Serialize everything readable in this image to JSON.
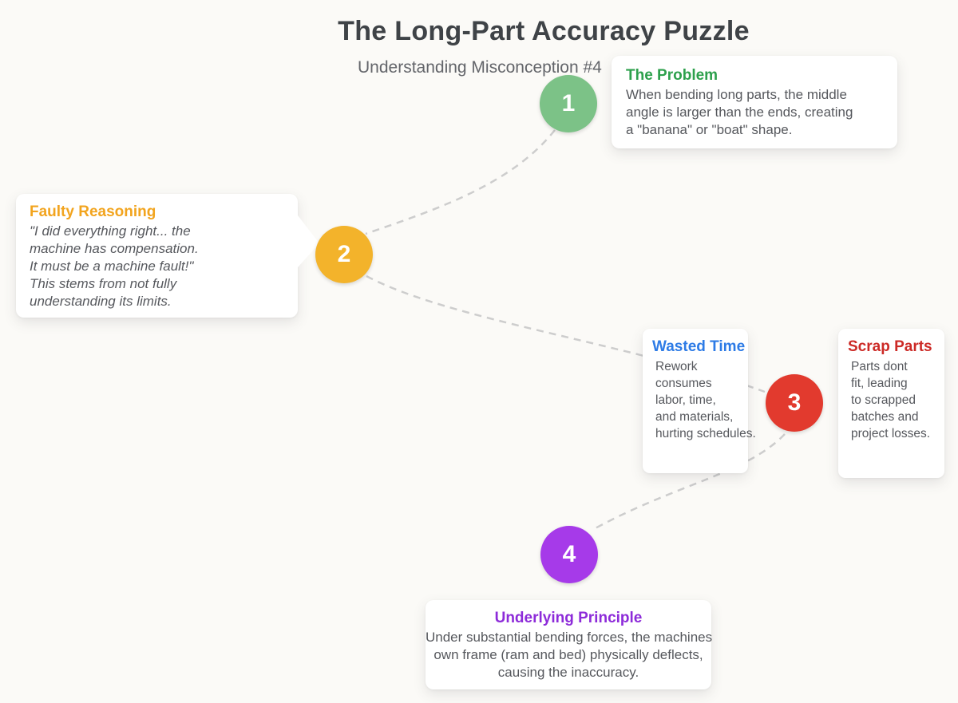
{
  "header": {
    "title": "The Long-Part Accuracy Puzzle",
    "subtitle": "Understanding Misconception #4"
  },
  "colors": {
    "background": "#fbfaf7",
    "connector": "#cdcdcd",
    "card_background": "#ffffff",
    "body_text": "#56585d",
    "title_text": "#3f4347",
    "subtitle_text": "#63656a"
  },
  "steps": [
    {
      "number": "1",
      "circle_color": "#7cc287",
      "card": {
        "title": "The Problem",
        "title_color": "#2da04c",
        "body": "When bending long parts, the middle\nangle is larger than the ends, creating\na \"banana\" or \"boat\" shape."
      }
    },
    {
      "number": "2",
      "circle_color": "#f3b32b",
      "card": {
        "title": "Faulty Reasoning",
        "title_color": "#f2a41e",
        "body": "\"I did everything right... the\nmachine has compensation.\nIt must be a machine fault!\"\nThis stems from not fully\nunderstanding its limits."
      }
    },
    {
      "number": "3",
      "circle_color": "#e23a2e",
      "cards": [
        {
          "title": "Wasted Time",
          "title_color": "#2d7be6",
          "body": "Rework\nconsumes\nlabor, time,\nand materials,\nhurting schedules."
        },
        {
          "title": "Scrap Parts",
          "title_color": "#cc2a26",
          "body": "Parts dont\nfit, leading\nto scrapped\nbatches and\nproject losses."
        }
      ]
    },
    {
      "number": "4",
      "circle_color": "#a63ae9",
      "card": {
        "title": "Underlying Principle",
        "title_color": "#8d2bd9",
        "body": "Under substantial bending forces, the machines\nown frame (ram and bed) physically deflects,\ncausing the inaccuracy."
      }
    }
  ]
}
